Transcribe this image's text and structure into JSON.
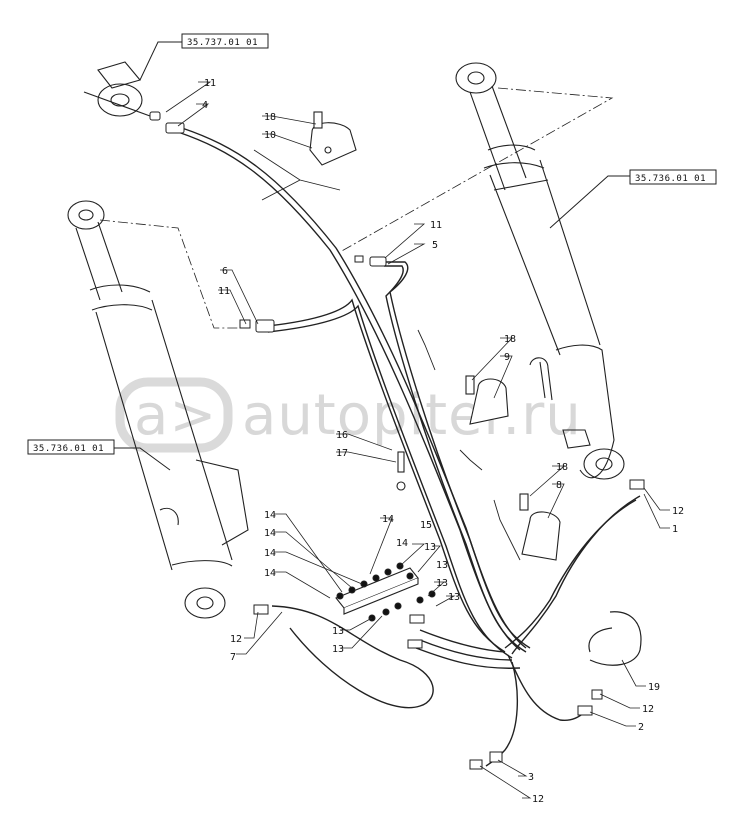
{
  "references": [
    {
      "id": "ref-top",
      "text": "35.737.01 01"
    },
    {
      "id": "ref-right",
      "text": "35.736.01 01"
    },
    {
      "id": "ref-left",
      "text": "35.736.01 01"
    }
  ],
  "callouts": {
    "c11a": "11",
    "c4": "4",
    "c18a": "18",
    "c10": "10",
    "c11b": "11",
    "c5": "5",
    "c6": "6",
    "c11c": "11",
    "c18b": "18",
    "c9": "9",
    "c16": "16",
    "c17": "17",
    "c18c": "18",
    "c8": "8",
    "c12a": "12",
    "c1": "1",
    "c14a": "14",
    "c14b": "14",
    "c14c": "14",
    "c14d": "14",
    "c14e": "14",
    "c14f": "14",
    "c15": "15",
    "c13a": "13",
    "c13b": "13",
    "c13c": "13",
    "c13d": "13",
    "c13e": "13",
    "c13f": "13",
    "c12b": "12",
    "c7": "7",
    "c19": "19",
    "c12c": "12",
    "c2": "2",
    "c3": "3",
    "c12d": "12"
  },
  "watermark": {
    "text": "autopiter.ru",
    "symbol": "a>"
  }
}
